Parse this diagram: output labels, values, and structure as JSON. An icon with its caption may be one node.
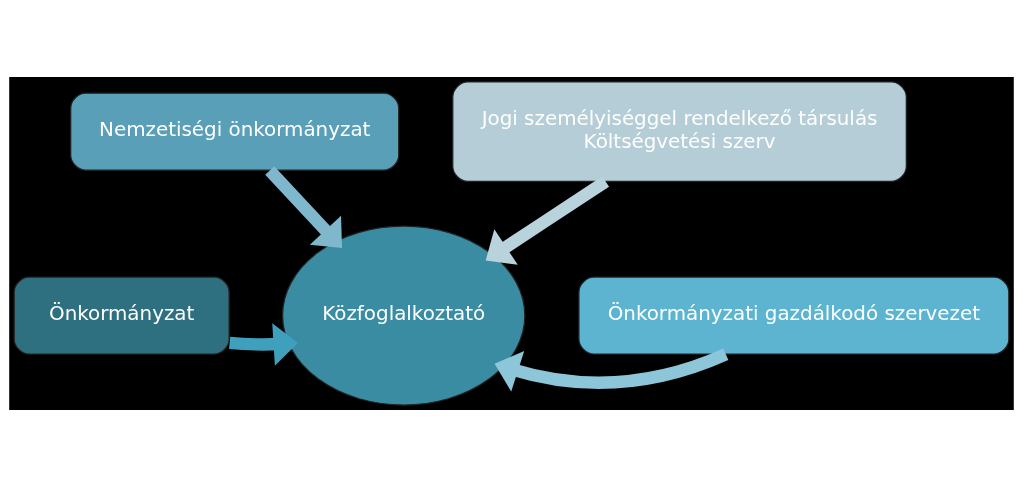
{
  "diagram": {
    "nodes": [
      {
        "text": [
          "Nemzetiségi önkormányzat"
        ]
      },
      {
        "text": [
          "Jogi személyiséggel rendelkező társulás",
          "Költségvetési szerv"
        ]
      },
      {
        "text": [
          "Önkormányzat"
        ]
      },
      {
        "text": [
          "Önkormányzati gazdálkodó szervezet"
        ]
      },
      {
        "text": [
          "Közfoglalkoztató"
        ]
      }
    ],
    "edges": [
      {
        "from": 0,
        "to": 4,
        "arrow": "to",
        "color": "#7fb8cc"
      },
      {
        "from": 1,
        "to": 4,
        "arrow": "to",
        "color": "#b9d3dc"
      },
      {
        "from": 2,
        "to": 4,
        "arrow": "to",
        "color": "#3fa0bd"
      },
      {
        "from": 3,
        "to": 4,
        "arrow": "to",
        "color": "#8cc6d8"
      }
    ]
  }
}
